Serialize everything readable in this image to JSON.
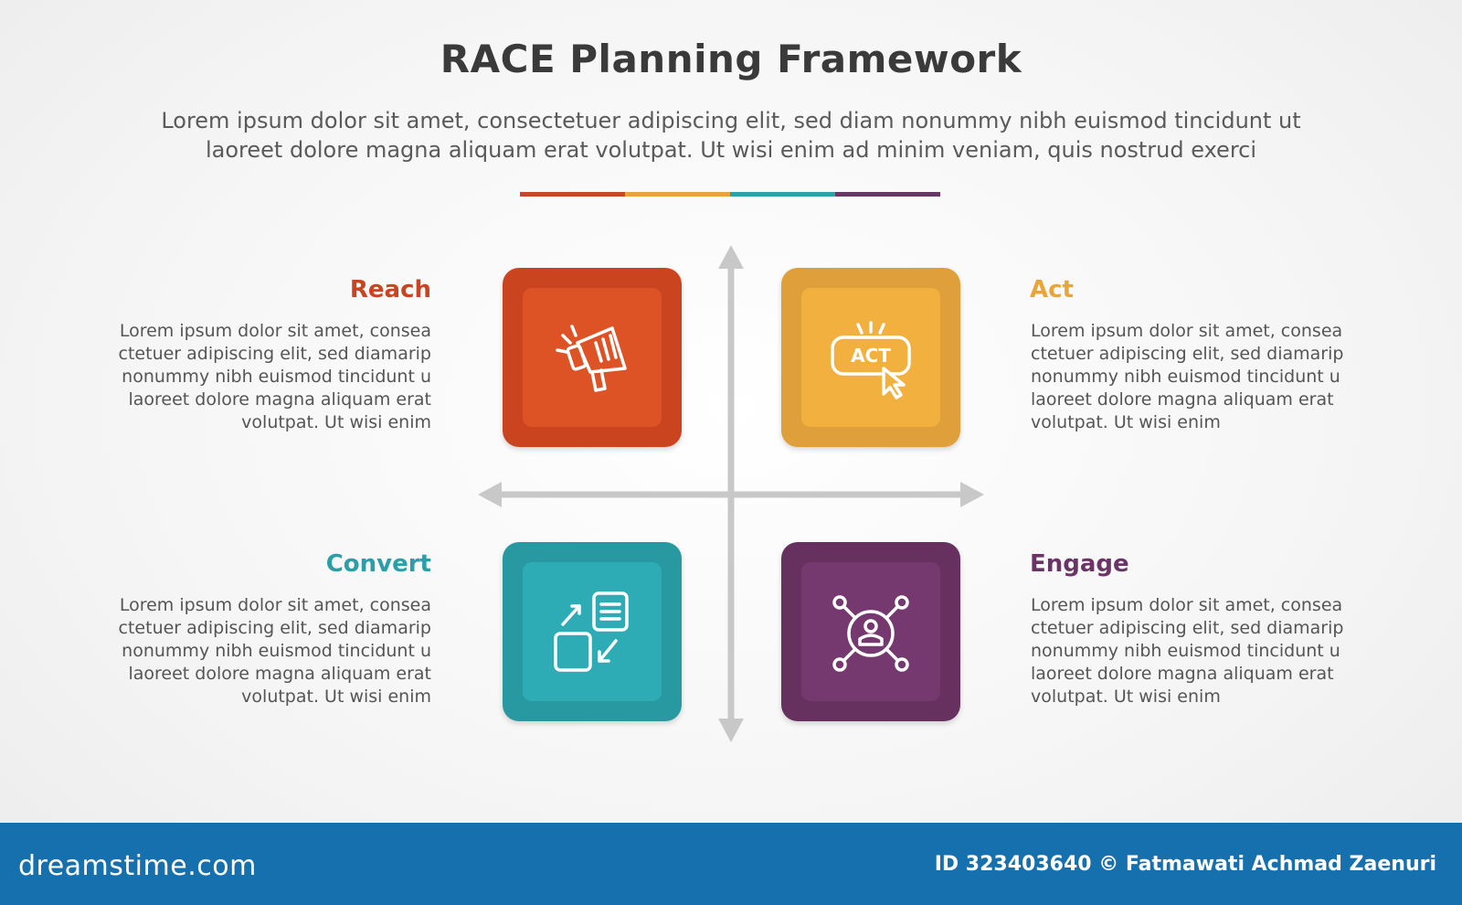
{
  "header": {
    "title": "RACE Planning Framework",
    "subtitle_line1": "Lorem ipsum dolor sit amet, consectetuer adipiscing elit, sed diam nonummy nibh euismod tincidunt ut",
    "subtitle_line2": "laoreet dolore magna aliquam erat volutpat. Ut wisi enim ad minim veniam, quis nostrud exerci",
    "bar_colors": [
      "#c8472a",
      "#e8a43c",
      "#2aa3ad",
      "#6b3566"
    ]
  },
  "quadrants": [
    {
      "label": "Reach",
      "color": "#d04a22",
      "icon": "megaphone-icon",
      "desc": [
        "Lorem ipsum dolor sit amet, consea",
        "ctetuer adipiscing elit, sed diamarip",
        "nonummy nibh euismod tincidunt u",
        "laoreet dolore magna aliquam erat",
        "volutpat. Ut wisi enim"
      ]
    },
    {
      "label": "Act",
      "color": "#e8a53a",
      "icon": "act-click-icon",
      "icon_text": "ACT",
      "desc": [
        "Lorem ipsum dolor sit amet, consea",
        "ctetuer adipiscing elit, sed diamarip",
        "nonummy nibh euismod tincidunt u",
        "laoreet dolore magna aliquam erat",
        "volutpat. Ut wisi enim"
      ]
    },
    {
      "label": "Convert",
      "color": "#2a9fa8",
      "icon": "convert-icon",
      "desc": [
        "Lorem ipsum dolor sit amet, consea",
        "ctetuer adipiscing elit, sed diamarip",
        "nonummy nibh euismod tincidunt u",
        "laoreet dolore magna aliquam erat",
        "volutpat. Ut wisi enim"
      ]
    },
    {
      "label": "Engage",
      "color": "#6c3466",
      "icon": "network-user-icon",
      "desc": [
        "Lorem ipsum dolor sit amet, consea",
        "ctetuer adipiscing elit, sed diamarip",
        "nonummy nibh euismod tincidunt u",
        "laoreet dolore magna aliquam erat",
        "volutpat. Ut wisi enim"
      ]
    }
  ],
  "footer": {
    "brand": "dreamstime.com",
    "credit": "ID 323403640 © Fatmawati  Achmad Zaenuri"
  }
}
